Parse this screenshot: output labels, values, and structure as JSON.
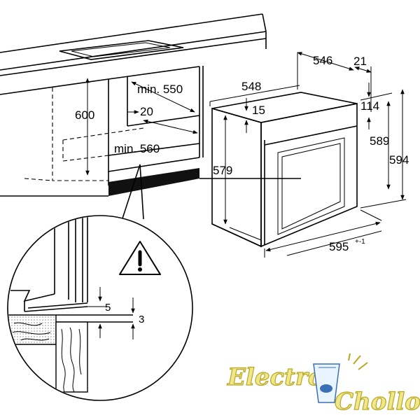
{
  "dimensions": {
    "niche_height": "600",
    "min_depth": "min. 550",
    "gap": "20",
    "min_width": "min. 560",
    "oven_depth_total": "548",
    "front_offset": "15",
    "door_depth": "546",
    "handle": "21",
    "panel_height": "114",
    "body_height": "579",
    "inner_height": "589",
    "total_height": "594",
    "width": "595",
    "width_tolerance": "+-1",
    "detail_gap": "5",
    "detail_clearance": "3"
  },
  "warning_symbol": "warning-triangle",
  "logo": {
    "word1": "Electro",
    "word2": "Chollo"
  },
  "colors": {
    "logo_fill": "#f0e68c",
    "logo_outline": "#c8b820",
    "logo_accent": "#3a6fb5"
  }
}
